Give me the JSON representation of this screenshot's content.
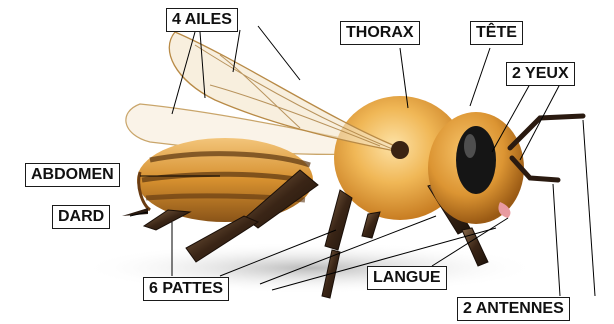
{
  "labels": {
    "wings": "4 AILES",
    "thorax": "THORAX",
    "head": "TÊTE",
    "eyes": "2 YEUX",
    "abdomen": "ABDOMEN",
    "stinger": "DARD",
    "legs": "6 PATTES",
    "tongue": "LANGUE",
    "antennae": "2 ANTENNES"
  },
  "colors": {
    "body_gold": "#e8a640",
    "body_dark": "#3a2516",
    "eye": "#151515",
    "leader_line": "#000000"
  }
}
